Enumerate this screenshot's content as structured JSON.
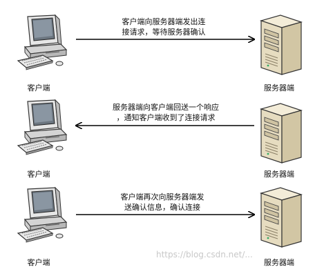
{
  "steps": [
    {
      "client_label": "客户端",
      "server_label": "服务器端",
      "message_line1": "客户端向服务器端发出连",
      "message_line2": "接请求，等待服务器确认",
      "direction": "client-to-server"
    },
    {
      "client_label": "客户端",
      "server_label": "服务器端",
      "message_line1": "服务器端向客户端回送一个响应",
      "message_line2": "，通知客户端收到了连接请求",
      "direction": "server-to-client"
    },
    {
      "client_label": "客户端",
      "server_label": "服务器端",
      "message_line1": "客户端再次向服务器端发",
      "message_line2": "送确认信息，确认连接",
      "direction": "client-to-server"
    }
  ],
  "watermark": "https://blog.csdn.net/..."
}
